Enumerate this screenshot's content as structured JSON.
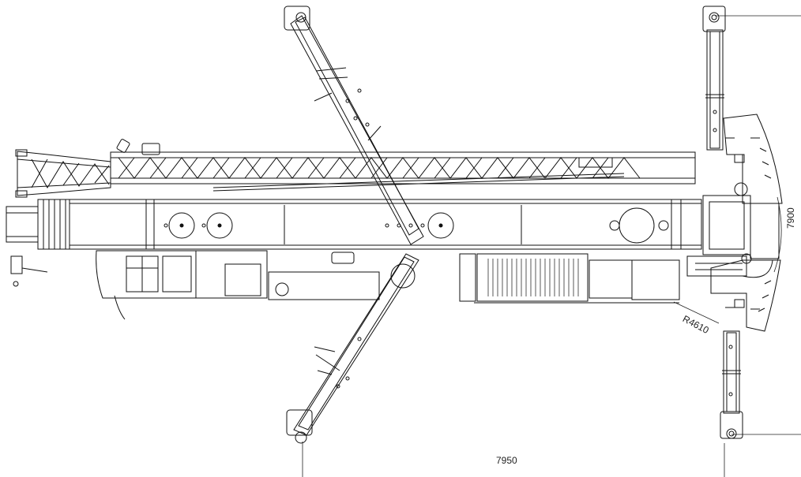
{
  "dimensions": {
    "overall_width": "7950",
    "outrigger_spread": "7900",
    "tail_radius": "R4610"
  }
}
